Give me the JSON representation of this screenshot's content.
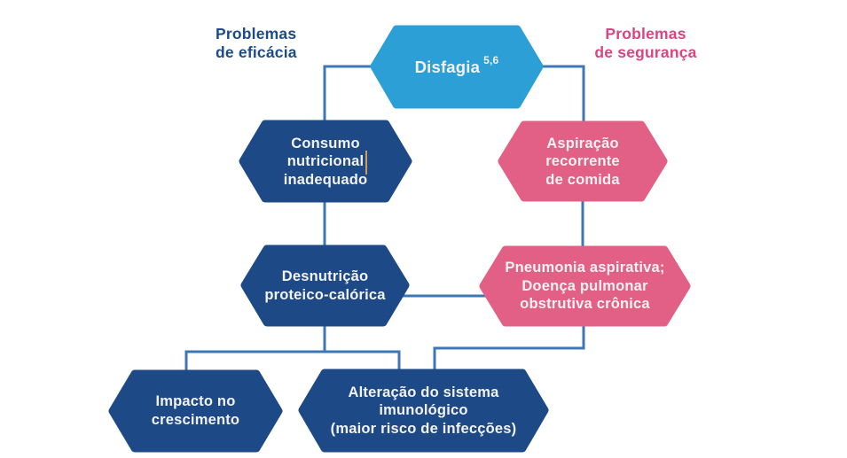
{
  "colors": {
    "node_navy": "#1d4a87",
    "node_blue": "#2b9fd6",
    "node_pink": "#e25f86",
    "connector_blue": "#3d77b6",
    "heading_navy": "#1d4b87",
    "heading_pink": "#d84580",
    "node_text": "#f2f2f2",
    "caret_orange": "#cf9b57",
    "background": "#ffffff"
  },
  "headings": {
    "efficacy": "Problemas\nde eficácia",
    "safety": "Problemas\nde segurança"
  },
  "nodes": {
    "disfagia": {
      "label": "Disfagia",
      "superscript": "5,6"
    },
    "consumo": {
      "label": "Consumo\nnutricional\ninadequado"
    },
    "aspiracao": {
      "label": "Aspiração\nrecorrente\nde comida"
    },
    "desnutricao": {
      "label": "Desnutrição\nproteico-calórica"
    },
    "pneumonia": {
      "label": "Pneumonia aspirativa;\nDoença pulmonar\nobstrutiva crônica"
    },
    "impacto": {
      "label": "Impacto no\ncrescimento"
    },
    "alteracao": {
      "label": "Alteração do sistema\nimunológico\n(maior risco de infecções)"
    }
  }
}
